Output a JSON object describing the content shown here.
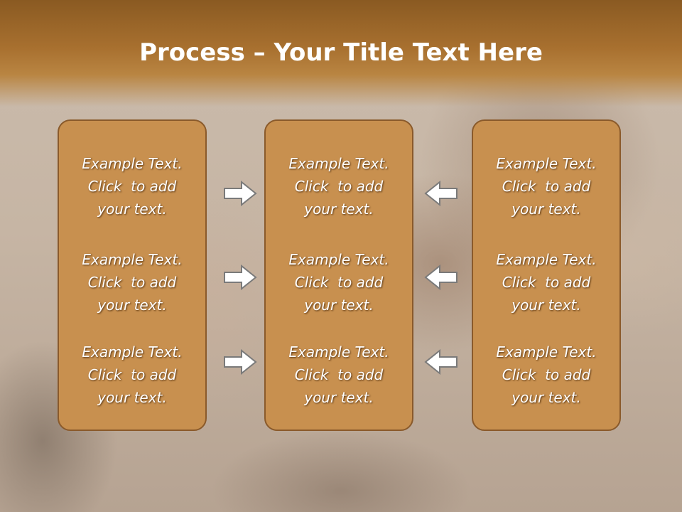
{
  "slide": {
    "title_bold": "Process",
    "title_rest": " – Your Title Text Here",
    "columns": [
      {
        "blocks": [
          {
            "line1": "Example Text.",
            "line2": "Click  to add",
            "line3": "your text."
          },
          {
            "line1": "Example Text.",
            "line2": "Click  to add",
            "line3": "your text."
          },
          {
            "line1": "Example Text.",
            "line2": "Click  to add",
            "line3": "your text."
          }
        ]
      },
      {
        "blocks": [
          {
            "line1": "Example Text.",
            "line2": "Click  to add",
            "line3": "your text."
          },
          {
            "line1": "Example Text.",
            "line2": "Click  to add",
            "line3": "your text."
          },
          {
            "line1": "Example Text.",
            "line2": "Click  to add",
            "line3": "your text."
          }
        ]
      },
      {
        "blocks": [
          {
            "line1": "Example Text.",
            "line2": "Click  to add",
            "line3": "your text."
          },
          {
            "line1": "Example Text.",
            "line2": "Click  to add",
            "line3": "your text."
          },
          {
            "line1": "Example Text.",
            "line2": "Click  to add",
            "line3": "your text."
          }
        ]
      }
    ],
    "arrows_left_to_middle": [
      "arrow-right-icon",
      "arrow-right-icon",
      "arrow-right-icon"
    ],
    "arrows_right_to_middle": [
      "arrow-left-icon",
      "arrow-left-icon",
      "arrow-left-icon"
    ]
  },
  "colors": {
    "header": "#a8702f",
    "box_fill": "#c8904f",
    "box_border": "#8a5a2b",
    "arrow_fill": "#ffffff",
    "arrow_stroke": "#7a7a7a"
  }
}
